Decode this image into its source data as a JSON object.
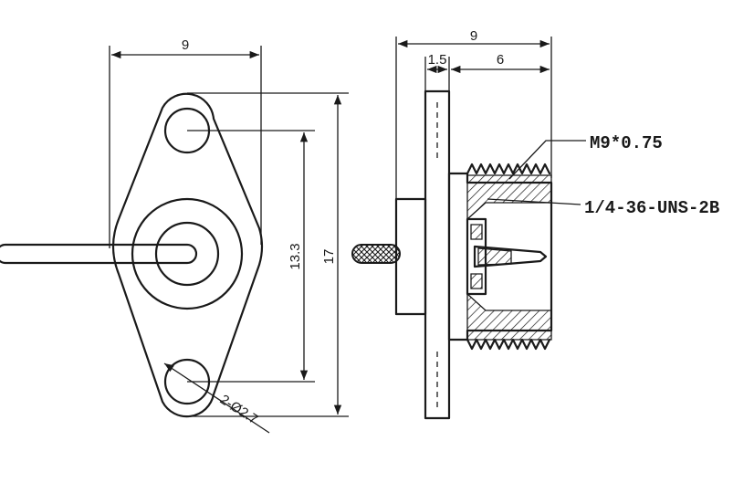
{
  "front_view": {
    "width_dim": "9",
    "hole_spacing_dim": "13.3",
    "height_dim": "17",
    "hole_callout": "2-Ø2.7"
  },
  "side_view": {
    "overall_dim": "9",
    "flange_dim": "1.5",
    "thread_length_dim": "6",
    "thread_callout_1": "M9*0.75",
    "thread_callout_2": "1/4-36-UNS-2B"
  },
  "colors": {
    "line": "#1a1a1a",
    "background": "#ffffff"
  }
}
